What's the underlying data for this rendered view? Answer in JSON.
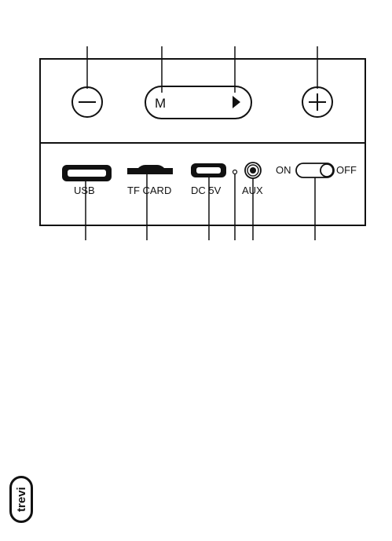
{
  "top_panel": {
    "mode_button_label": "M"
  },
  "bottom_panel": {
    "usb_label": "USB",
    "tf_card_label": "TF CARD",
    "dc_label": "DC 5V",
    "aux_label": "AUX",
    "switch_on_label": "ON",
    "switch_off_label": "OFF"
  },
  "logo": {
    "text": "trevi"
  },
  "colors": {
    "line": "#111111",
    "panel_fill": "#ffffff"
  }
}
